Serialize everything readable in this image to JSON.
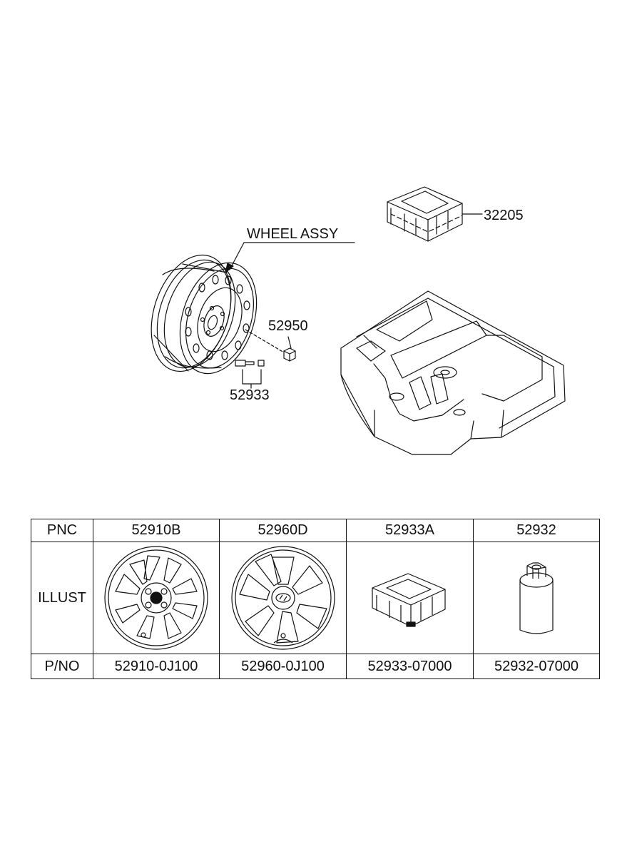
{
  "diagram": {
    "callouts": {
      "wheel_assy": "WHEEL ASSY",
      "p32205": "32205",
      "p52950": "52950",
      "p52933": "52933"
    }
  },
  "parts_table": {
    "row_labels": {
      "pnc": "PNC",
      "illust": "ILLUST",
      "pno": "P/NO"
    },
    "columns": [
      {
        "pnc": "52910B",
        "pno": "52910-0J100",
        "icon": "alloy-wheel-icon"
      },
      {
        "pnc": "52960D",
        "pno": "52960-0J100",
        "icon": "wheel-cover-icon"
      },
      {
        "pnc": "52933A",
        "pno": "52933-07000",
        "icon": "tire-pressure-module-icon"
      },
      {
        "pnc": "52932",
        "pno": "52932-07000",
        "icon": "lock-nut-icon"
      }
    ]
  },
  "colors": {
    "line": "#111111",
    "background": "#ffffff"
  }
}
